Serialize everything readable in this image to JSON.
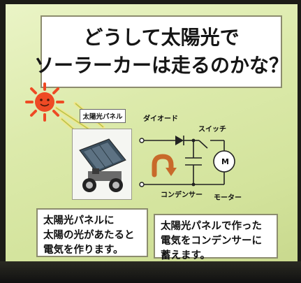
{
  "title": {
    "line1": "どうして太陽光で",
    "line2": "ソーラーカーは走るのかな？"
  },
  "panel_label": "太陽光パネル",
  "circuit_labels": {
    "diode": "ダイオード",
    "switch": "スイッチ",
    "motor_symbol": "M",
    "capacitor": "コンデンサー",
    "motor": "モーター"
  },
  "boxes": {
    "left": "太陽光パネルに\n太陽の光があたると\n電気を作ります。",
    "right": "太陽光パネルで作った\n電気をコンデンサーに\n蓄えます。"
  },
  "colors": {
    "slide_bg": "#dceaab",
    "sun": "#ee4a24",
    "arrow": "#c86a2a",
    "light_ray": "#f0e68c"
  }
}
